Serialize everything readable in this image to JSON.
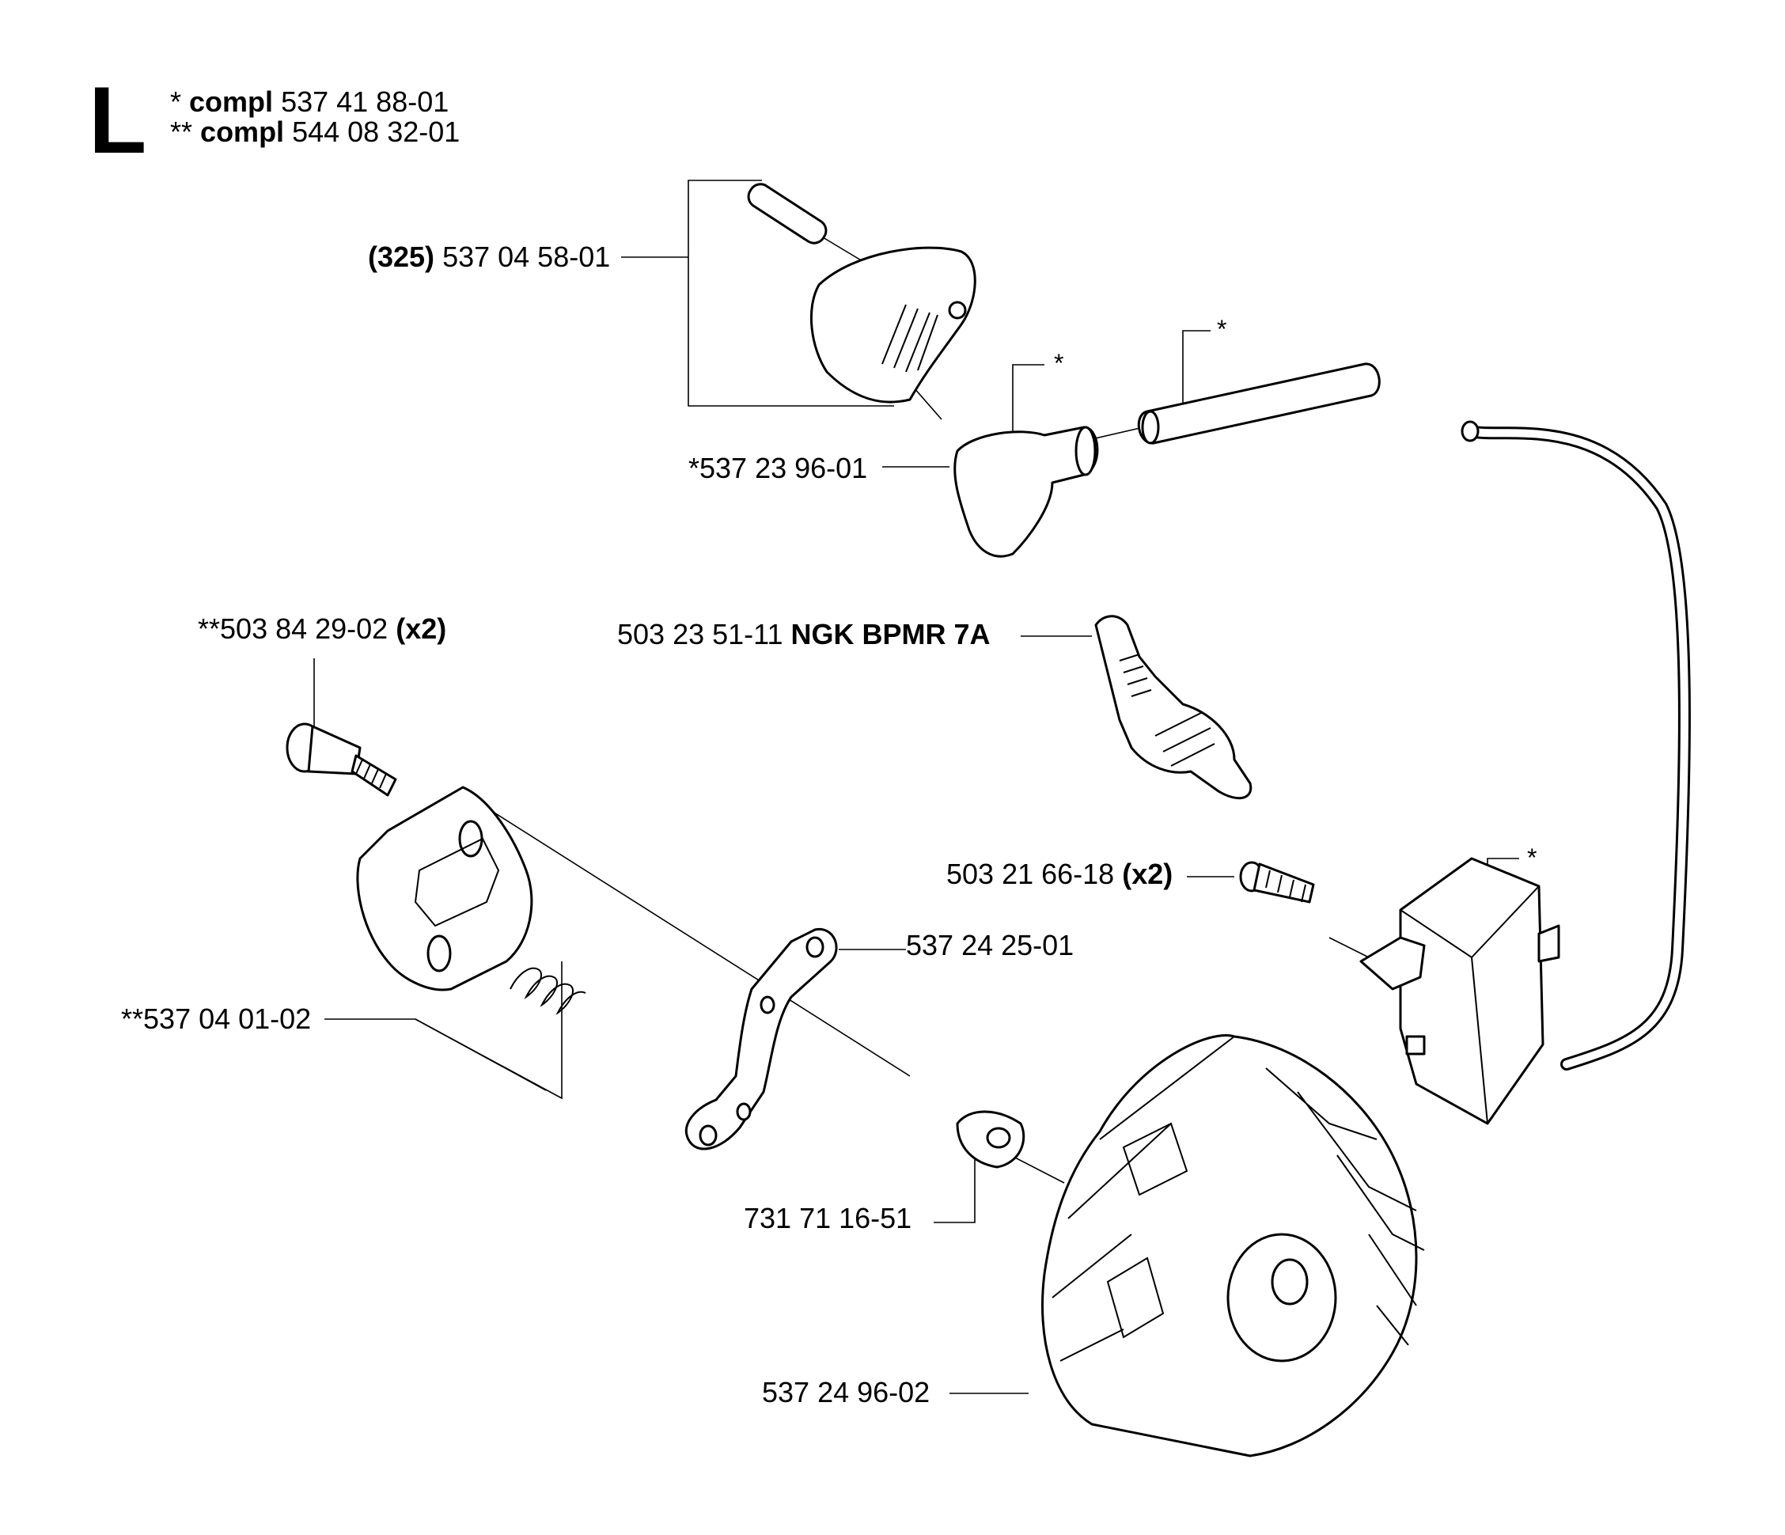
{
  "section": {
    "letter": "L"
  },
  "kits": [
    {
      "marker": "*",
      "word": "compl",
      "number": "537 41 88-01"
    },
    {
      "marker": "**",
      "word": "compl",
      "number": "544 08 32-01"
    }
  ],
  "labels": {
    "cover": {
      "prefix": "(325)",
      "number": "537 04 58-01"
    },
    "boot": {
      "number": "*537 23 96-01"
    },
    "plug": {
      "number": "503 23 51-11",
      "type": "NGK BPMR 7A"
    },
    "bolt": {
      "number": "**503 84 29-02",
      "qty": "(x2)"
    },
    "coil_screw": {
      "number": "503 21 66-18",
      "qty": "(x2)"
    },
    "lever": {
      "number": "537 24 25-01"
    },
    "clutch": {
      "number": "**537 04 01-02"
    },
    "washer": {
      "number": "731 71 16-51"
    },
    "flywheel": {
      "number": "537 24 96-02"
    }
  },
  "markers": {
    "boot_star": "*",
    "tube_star": "*",
    "coil_star": "*"
  }
}
